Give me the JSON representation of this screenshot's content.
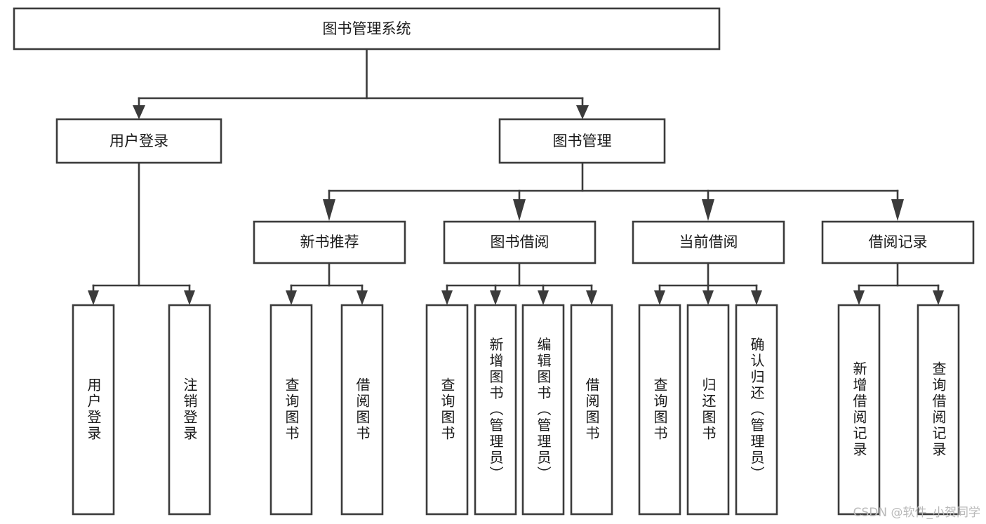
{
  "diagram": {
    "type": "tree-hierarchy",
    "title": "图书管理系统",
    "orientation": "top-down",
    "colors": {
      "box_stroke": "#3b3b3b",
      "box_fill": "#ffffff",
      "edge": "#3b3b3b",
      "text": "#1a1a1a",
      "background": "#ffffff",
      "watermark": "#b9b9b9"
    },
    "levels": {
      "root": {
        "label": "图书管理系统"
      },
      "level2": [
        {
          "label": "用户登录"
        },
        {
          "label": "图书管理"
        }
      ],
      "level3": [
        {
          "label": "新书推荐"
        },
        {
          "label": "图书借阅"
        },
        {
          "label": "当前借阅"
        },
        {
          "label": "借阅记录"
        }
      ],
      "leaves": {
        "user_login": [
          {
            "label": "用户登录"
          },
          {
            "label": "注销登录"
          }
        ],
        "new_book_recommend": [
          {
            "label": "查询图书"
          },
          {
            "label": "借阅图书"
          }
        ],
        "book_borrow": [
          {
            "label": "查询图书"
          },
          {
            "label": "新增图书（管理员）"
          },
          {
            "label": "编辑图书（管理员）"
          },
          {
            "label": "借阅图书"
          }
        ],
        "current_borrow": [
          {
            "label": "查询图书"
          },
          {
            "label": "归还图书"
          },
          {
            "label": "确认归还（管理员）"
          }
        ],
        "borrow_record": [
          {
            "label": "新增借阅记录"
          },
          {
            "label": "查询借阅记录"
          }
        ]
      }
    }
  },
  "watermark": {
    "text": "CSDN @软件_小贺同学"
  }
}
